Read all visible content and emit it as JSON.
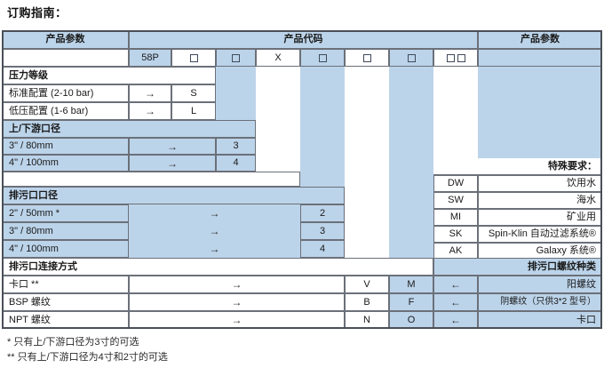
{
  "page": {
    "title": "订购指南："
  },
  "table": {
    "header": {
      "left_param": "产品参数",
      "product_code": "产品代码",
      "right_param": "产品参数"
    },
    "code_row": {
      "model": "58P",
      "slots": [
        "box",
        "box",
        "X",
        "box",
        "box",
        "box",
        "box-box"
      ]
    },
    "sections": [
      {
        "name": "pressure-rating",
        "heading": "压力等级",
        "rows": [
          {
            "label": "标准配置 (2-10 bar)",
            "arrow": "→",
            "code": "S"
          },
          {
            "label": "低压配置 (1-6 bar)",
            "arrow": "→",
            "code": "L"
          }
        ]
      },
      {
        "name": "inlet-outlet-diameter",
        "heading": "上/下游口径",
        "rows": [
          {
            "label": "3\" / 80mm",
            "arrow": "→",
            "code": "3"
          },
          {
            "label": "4\" / 100mm",
            "arrow": "→",
            "code": "4"
          }
        ]
      },
      {
        "name": "drain-port-diameter",
        "heading": "排污口口径",
        "rows": [
          {
            "label": "2\" / 50mm *",
            "arrow": "→",
            "code": "2"
          },
          {
            "label": "3\" / 80mm",
            "arrow": "→",
            "code": "3"
          },
          {
            "label": "4\" / 100mm",
            "arrow": "→",
            "code": "4"
          }
        ]
      },
      {
        "name": "drain-connection-type",
        "heading": "排污口连接方式",
        "rows": [
          {
            "label": "卡口 **",
            "arrow": "→",
            "code": "V"
          },
          {
            "label": "BSP 螺纹",
            "arrow": "→",
            "code": "B"
          },
          {
            "label": "NPT 螺纹",
            "arrow": "→",
            "code": "N"
          }
        ]
      }
    ],
    "special_requirements": {
      "heading": "特殊要求：",
      "rows": [
        {
          "code": "DW",
          "desc": "饮用水"
        },
        {
          "code": "SW",
          "desc": "海水"
        },
        {
          "code": "MI",
          "desc": "矿业用"
        },
        {
          "code": "SK",
          "desc": "Spin-Klin 自动过滤系统®"
        },
        {
          "code": "AK",
          "desc": "Galaxy 系统®"
        }
      ]
    },
    "drain_thread_type": {
      "heading": "排污口螺纹种类",
      "rows": [
        {
          "code": "M",
          "arrow": "←",
          "desc": "阳螺纹"
        },
        {
          "code": "F",
          "arrow": "←",
          "desc": "阴螺纹（只供3*2 型号）"
        },
        {
          "code": "O",
          "arrow": "←",
          "desc": "卡口"
        }
      ]
    }
  },
  "footnotes": [
    "*  只有上/下游口径为3寸的可选",
    "** 只有上/下游口径为4寸和2寸的可选"
  ],
  "colors": {
    "blue_fill": "#bcd4ea",
    "border": "#6b7079",
    "outer_border": "#4a4f57",
    "text": "#1a1a1a",
    "background": "#ffffff"
  }
}
